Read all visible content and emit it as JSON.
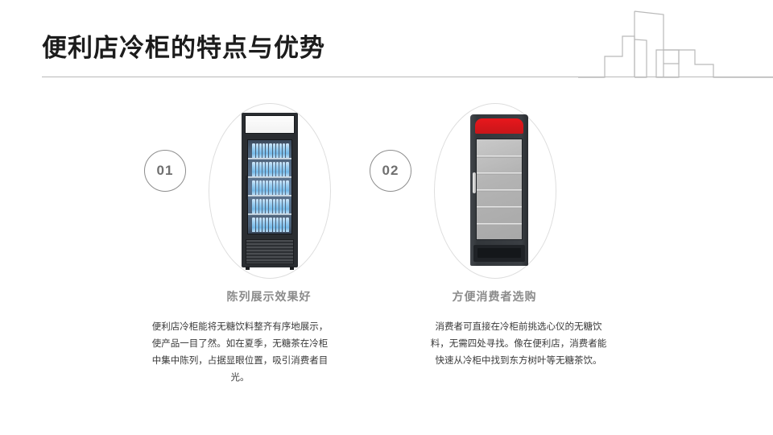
{
  "slide": {
    "title": "便利店冷柜的特点与优势",
    "accent_color": "#1c1c1c",
    "rule_color": "#b9b9b9",
    "heading_color": "#8b8b8b",
    "badge_color": "#6f6f6f",
    "red_panel_color": "#e8171c"
  },
  "decoration": {
    "skyline_icon": "city-skyline-outline",
    "skyline_color": "#b9b9b9"
  },
  "items": [
    {
      "number": "01",
      "heading": "陈列展示效果好",
      "body": "便利店冷柜能将无糖饮料整齐有序地展示，使产品一目了然。如在夏季，无糖茶在冷柜中集中陈列，占据显眼位置，吸引消费者目光。",
      "image_name": "glass-door-beverage-cooler-stocked"
    },
    {
      "number": "02",
      "heading": "方便消费者选购",
      "body": "消费者可直接在冷柜前挑选心仪的无糖饮料，无需四处寻找。像在便利店，消费者能快速从冷柜中找到东方树叶等无糖茶饮。",
      "image_name": "red-top-display-cooler-empty"
    }
  ]
}
